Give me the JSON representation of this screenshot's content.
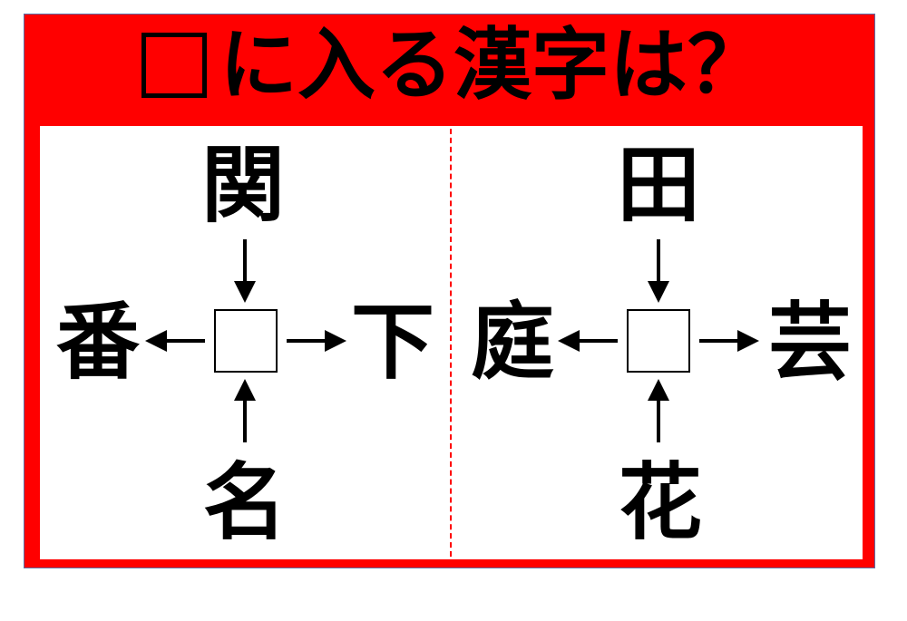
{
  "title": {
    "blank_symbol": "□",
    "text": "に入る漢字は？"
  },
  "colors": {
    "frame": "#ff0000",
    "panel": "#ffffff",
    "text": "#000000",
    "divider": "#ff0000"
  },
  "puzzles": [
    {
      "top": "関",
      "left": "番",
      "right": "下",
      "bottom": "名",
      "blank": "□"
    },
    {
      "top": "田",
      "left": "庭",
      "right": "芸",
      "bottom": "花",
      "blank": "□"
    }
  ]
}
